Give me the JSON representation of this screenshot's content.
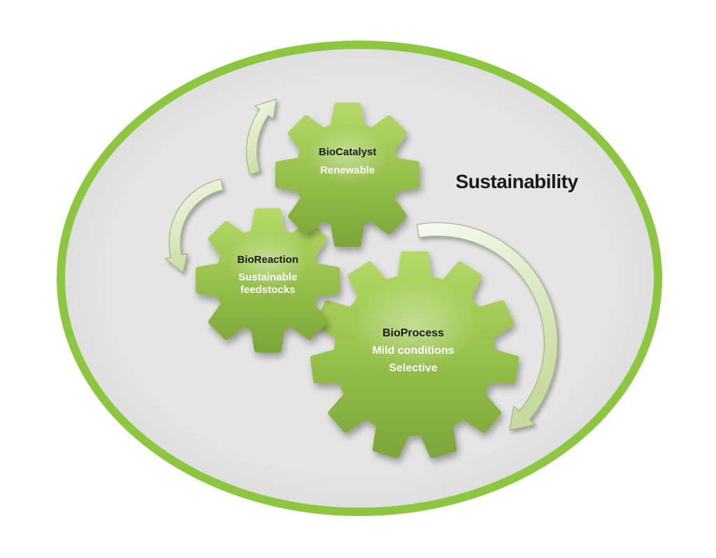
{
  "diagram": {
    "title": "Sustainability",
    "gears": [
      {
        "title": "BioCatalyst",
        "lines": [
          "Renewable"
        ]
      },
      {
        "title": "BioReaction",
        "lines": [
          "Sustainable",
          "feedstocks"
        ]
      },
      {
        "title": "BioProcess",
        "lines": [
          "Mild conditions",
          "Selective"
        ]
      }
    ],
    "arrows": [
      {
        "name": "arrow-curved-up-right"
      },
      {
        "name": "arrow-curved-down-left"
      },
      {
        "name": "arrow-curved-clockwise-large"
      }
    ],
    "colors": {
      "boundary_green": "#8DC63F",
      "boundary_fill": "#E4E4E4",
      "gear_green_light": "#B4D967",
      "gear_green_mid": "#96C14B",
      "gear_green_dark": "#7CA639",
      "arrow_light": "#F7FAF1",
      "arrow_green": "#C8DB9E",
      "gear_title_text": "#1B1B1B",
      "gear_subtitle_text": "#FFFFFF"
    }
  }
}
